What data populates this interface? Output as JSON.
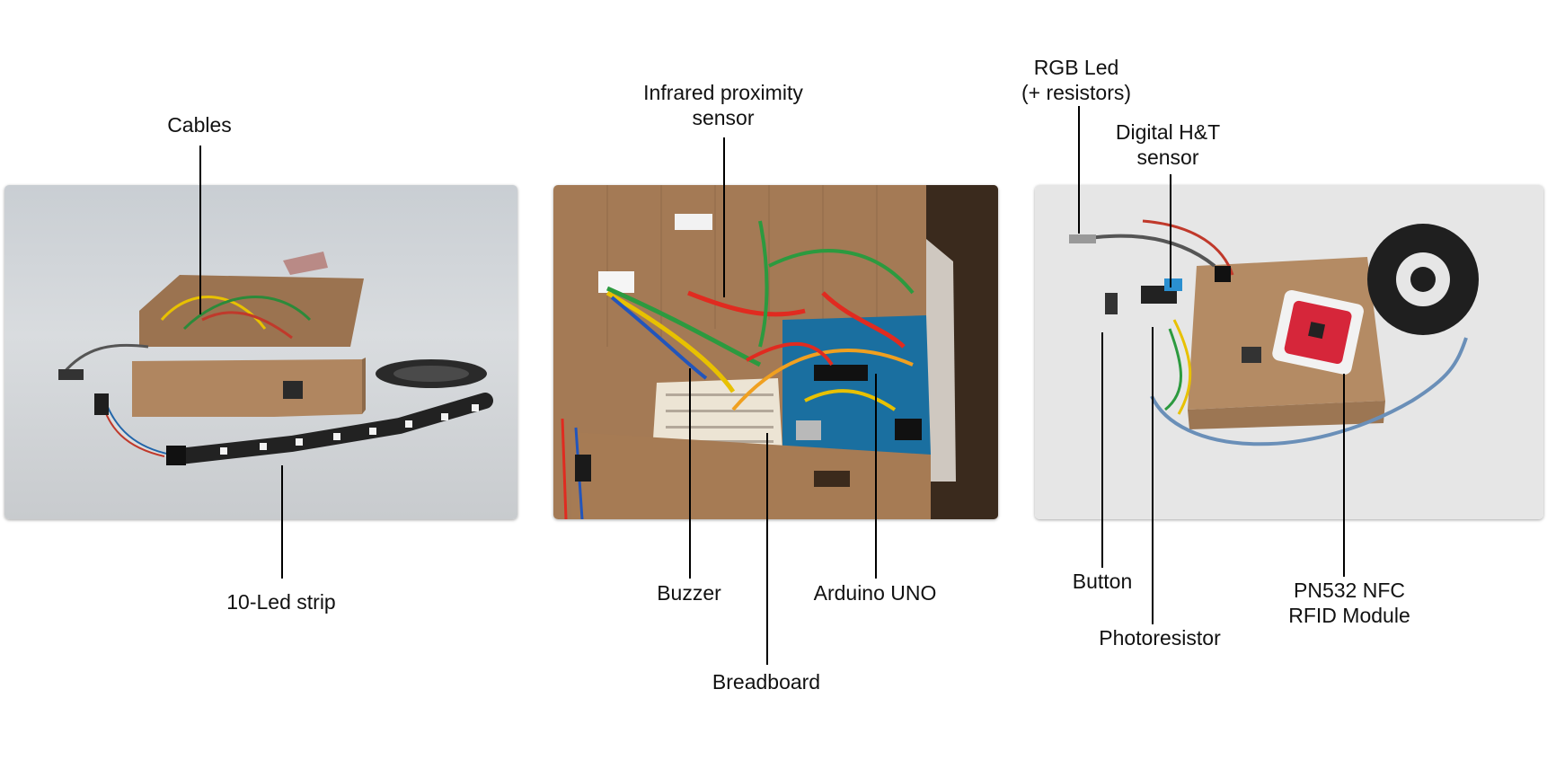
{
  "panels": [
    {
      "id": "left",
      "labels": {
        "cables": "Cables",
        "led_strip": "10-Led strip"
      }
    },
    {
      "id": "middle",
      "labels": {
        "ir_sensor_line1": "Infrared proximity",
        "ir_sensor_line2": "sensor",
        "buzzer": "Buzzer",
        "breadboard": "Breadboard",
        "arduino": "Arduino UNO"
      }
    },
    {
      "id": "right",
      "labels": {
        "rgb_line1": "RGB Led",
        "rgb_line2": "(+ resistors)",
        "ht_line1": "Digital H&T",
        "ht_line2": "sensor",
        "button": "Button",
        "photoresistor": "Photoresistor",
        "nfc_line1": "PN532 NFC",
        "nfc_line2": "RFID Module"
      }
    }
  ]
}
